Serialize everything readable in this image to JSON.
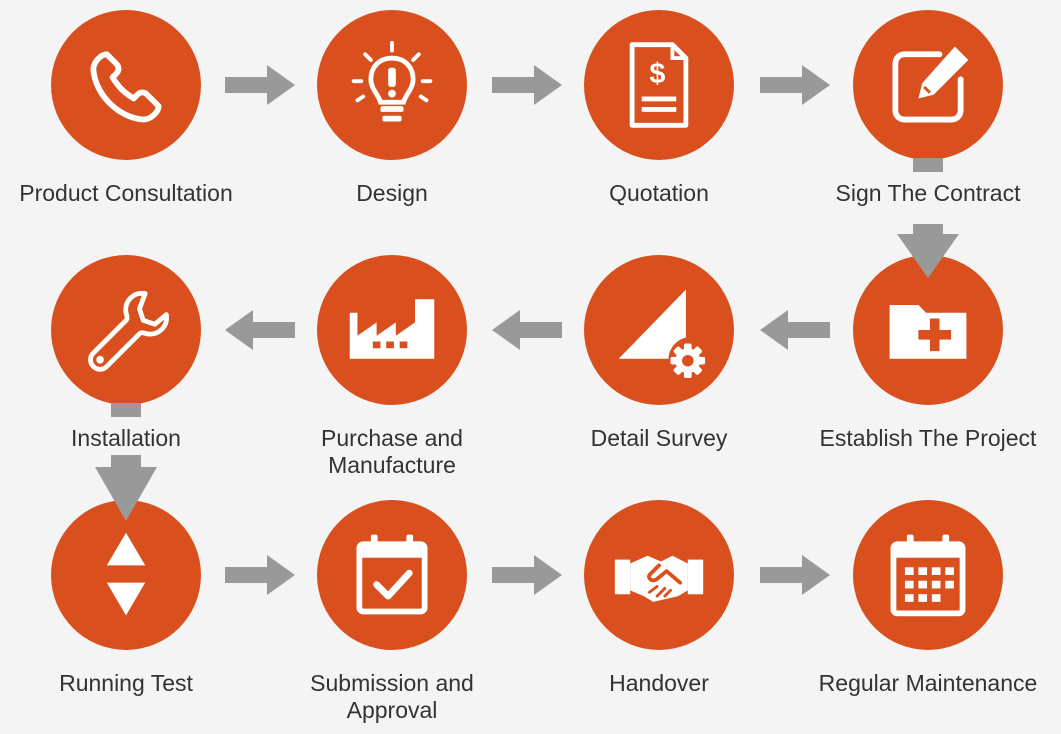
{
  "colors": {
    "accent": "#d9501e",
    "arrow": "#999999",
    "icon": "#ffffff",
    "text": "#333333"
  },
  "steps": [
    {
      "label": "Product Consultation",
      "icon": "phone-icon"
    },
    {
      "label": "Design",
      "icon": "lightbulb-icon"
    },
    {
      "label": "Quotation",
      "icon": "invoice-icon"
    },
    {
      "label": "Sign The Contract",
      "icon": "sign-contract-icon"
    },
    {
      "label": "Establish The Project",
      "icon": "folder-add-icon"
    },
    {
      "label": "Detail Survey",
      "icon": "survey-gear-icon"
    },
    {
      "label": "Purchase and\nManufacture",
      "icon": "factory-icon"
    },
    {
      "label": "Installation",
      "icon": "wrench-icon"
    },
    {
      "label": "Running Test",
      "icon": "up-down-icon"
    },
    {
      "label": "Submission and\nApproval",
      "icon": "calendar-check-icon"
    },
    {
      "label": "Handover",
      "icon": "handshake-icon"
    },
    {
      "label": "Regular Maintenance",
      "icon": "calendar-icon"
    }
  ],
  "flow": [
    "right",
    "right",
    "right",
    "down",
    "left",
    "left",
    "left",
    "down",
    "right",
    "right",
    "right"
  ]
}
